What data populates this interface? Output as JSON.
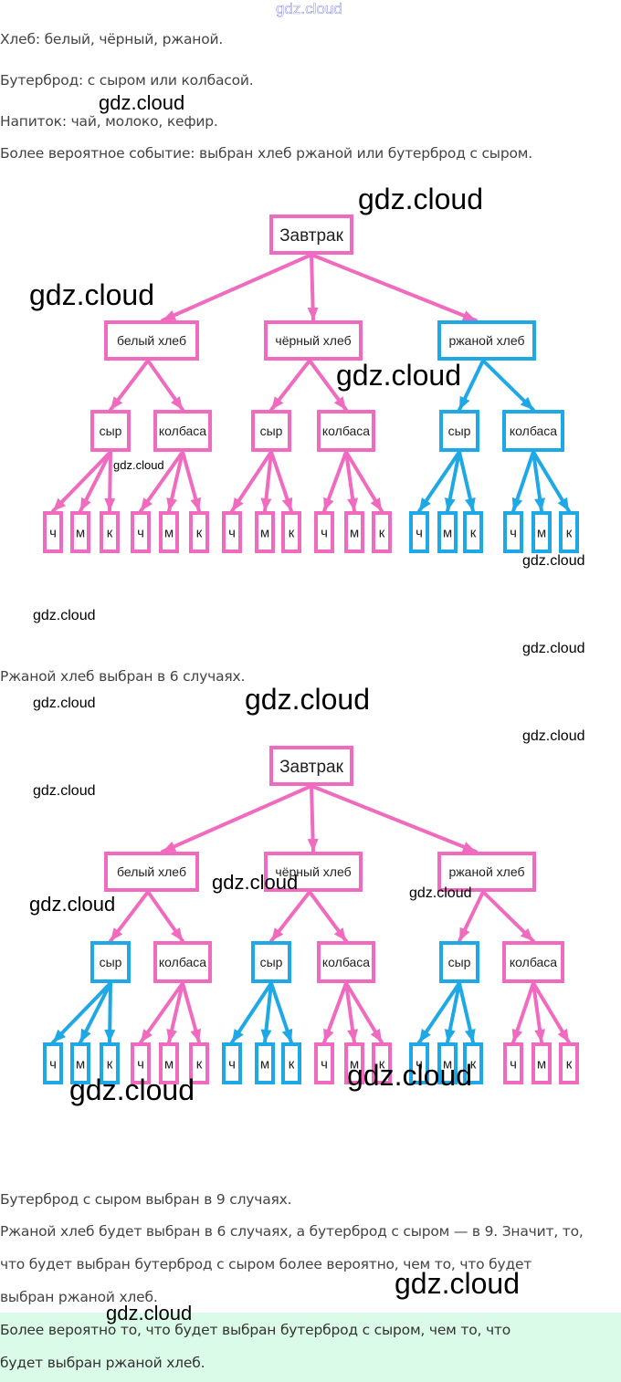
{
  "watermark": "gdz.cloud",
  "intro": {
    "line1": "Хлеб: белый, чёрный, ржаной.",
    "line2": "Бутерброд: с сыром или колбасой.",
    "line3": "Напиток: чай, молоко, кефир.",
    "line4": "Более вероятное событие: выбран хлеб ржаной или бутерброд с сыром."
  },
  "colors": {
    "pink": "#f06bbf",
    "blue": "#1fa8e6",
    "answer_bg": "#dafbe8"
  },
  "trees": [
    {
      "root": "Завтрак",
      "breads": [
        {
          "label": "белый хлеб",
          "highlight": false,
          "fillings": [
            {
              "label": "сыр",
              "highlight": false,
              "drinks": [
                {
                  "label": "ч",
                  "highlight": false
                },
                {
                  "label": "м",
                  "highlight": false
                },
                {
                  "label": "к",
                  "highlight": false
                }
              ]
            },
            {
              "label": "колбаса",
              "highlight": false,
              "drinks": [
                {
                  "label": "ч",
                  "highlight": false
                },
                {
                  "label": "м",
                  "highlight": false
                },
                {
                  "label": "к",
                  "highlight": false
                }
              ]
            }
          ]
        },
        {
          "label": "чёрный хлеб",
          "highlight": false,
          "fillings": [
            {
              "label": "сыр",
              "highlight": false,
              "drinks": [
                {
                  "label": "ч",
                  "highlight": false
                },
                {
                  "label": "м",
                  "highlight": false
                },
                {
                  "label": "к",
                  "highlight": false
                }
              ]
            },
            {
              "label": "колбаса",
              "highlight": false,
              "drinks": [
                {
                  "label": "ч",
                  "highlight": false
                },
                {
                  "label": "м",
                  "highlight": false
                },
                {
                  "label": "к",
                  "highlight": false
                }
              ]
            }
          ]
        },
        {
          "label": "ржаной хлеб",
          "highlight": true,
          "fillings": [
            {
              "label": "сыр",
              "highlight": true,
              "drinks": [
                {
                  "label": "ч",
                  "highlight": true
                },
                {
                  "label": "м",
                  "highlight": true
                },
                {
                  "label": "к",
                  "highlight": true
                }
              ]
            },
            {
              "label": "колбаса",
              "highlight": true,
              "drinks": [
                {
                  "label": "ч",
                  "highlight": true
                },
                {
                  "label": "м",
                  "highlight": true
                },
                {
                  "label": "к",
                  "highlight": true
                }
              ]
            }
          ]
        }
      ]
    },
    {
      "root": "Завтрак",
      "breads": [
        {
          "label": "белый хлеб",
          "highlight": false,
          "fillings": [
            {
              "label": "сыр",
              "highlight": true,
              "drinks": [
                {
                  "label": "ч",
                  "highlight": true
                },
                {
                  "label": "м",
                  "highlight": true
                },
                {
                  "label": "к",
                  "highlight": true
                }
              ]
            },
            {
              "label": "колбаса",
              "highlight": false,
              "drinks": [
                {
                  "label": "ч",
                  "highlight": false
                },
                {
                  "label": "м",
                  "highlight": false
                },
                {
                  "label": "к",
                  "highlight": false
                }
              ]
            }
          ]
        },
        {
          "label": "чёрный хлеб",
          "highlight": false,
          "fillings": [
            {
              "label": "сыр",
              "highlight": true,
              "drinks": [
                {
                  "label": "ч",
                  "highlight": true
                },
                {
                  "label": "м",
                  "highlight": true
                },
                {
                  "label": "к",
                  "highlight": true
                }
              ]
            },
            {
              "label": "колбаса",
              "highlight": false,
              "drinks": [
                {
                  "label": "ч",
                  "highlight": false
                },
                {
                  "label": "м",
                  "highlight": false
                },
                {
                  "label": "к",
                  "highlight": false
                }
              ]
            }
          ]
        },
        {
          "label": "ржаной хлеб",
          "highlight": false,
          "fillings": [
            {
              "label": "сыр",
              "highlight": true,
              "drinks": [
                {
                  "label": "ч",
                  "highlight": true
                },
                {
                  "label": "м",
                  "highlight": true
                },
                {
                  "label": "к",
                  "highlight": true
                }
              ]
            },
            {
              "label": "колбаса",
              "highlight": false,
              "drinks": [
                {
                  "label": "ч",
                  "highlight": false
                },
                {
                  "label": "м",
                  "highlight": false
                },
                {
                  "label": "к",
                  "highlight": false
                }
              ]
            }
          ]
        }
      ]
    }
  ],
  "rye_cases": "Ржаной хлеб выбран в 6 случаях.",
  "cheese_cases": "Бутерброд с сыром выбран в 9 случаях.",
  "reasoning": {
    "line1": "Ржаной хлеб будет выбран в 6 случаях, а бутерброд с сыром — в 9. Значит, то,",
    "line2": "что будет выбран бутерброд с сыром более вероятно, чем то, что будет",
    "line3": "выбран ржаной хлеб."
  },
  "answer": {
    "line1": "Более вероятно то, что будет выбран бутерброд с сыром, чем то, что",
    "line2": "будет выбран ржаной хлеб."
  }
}
